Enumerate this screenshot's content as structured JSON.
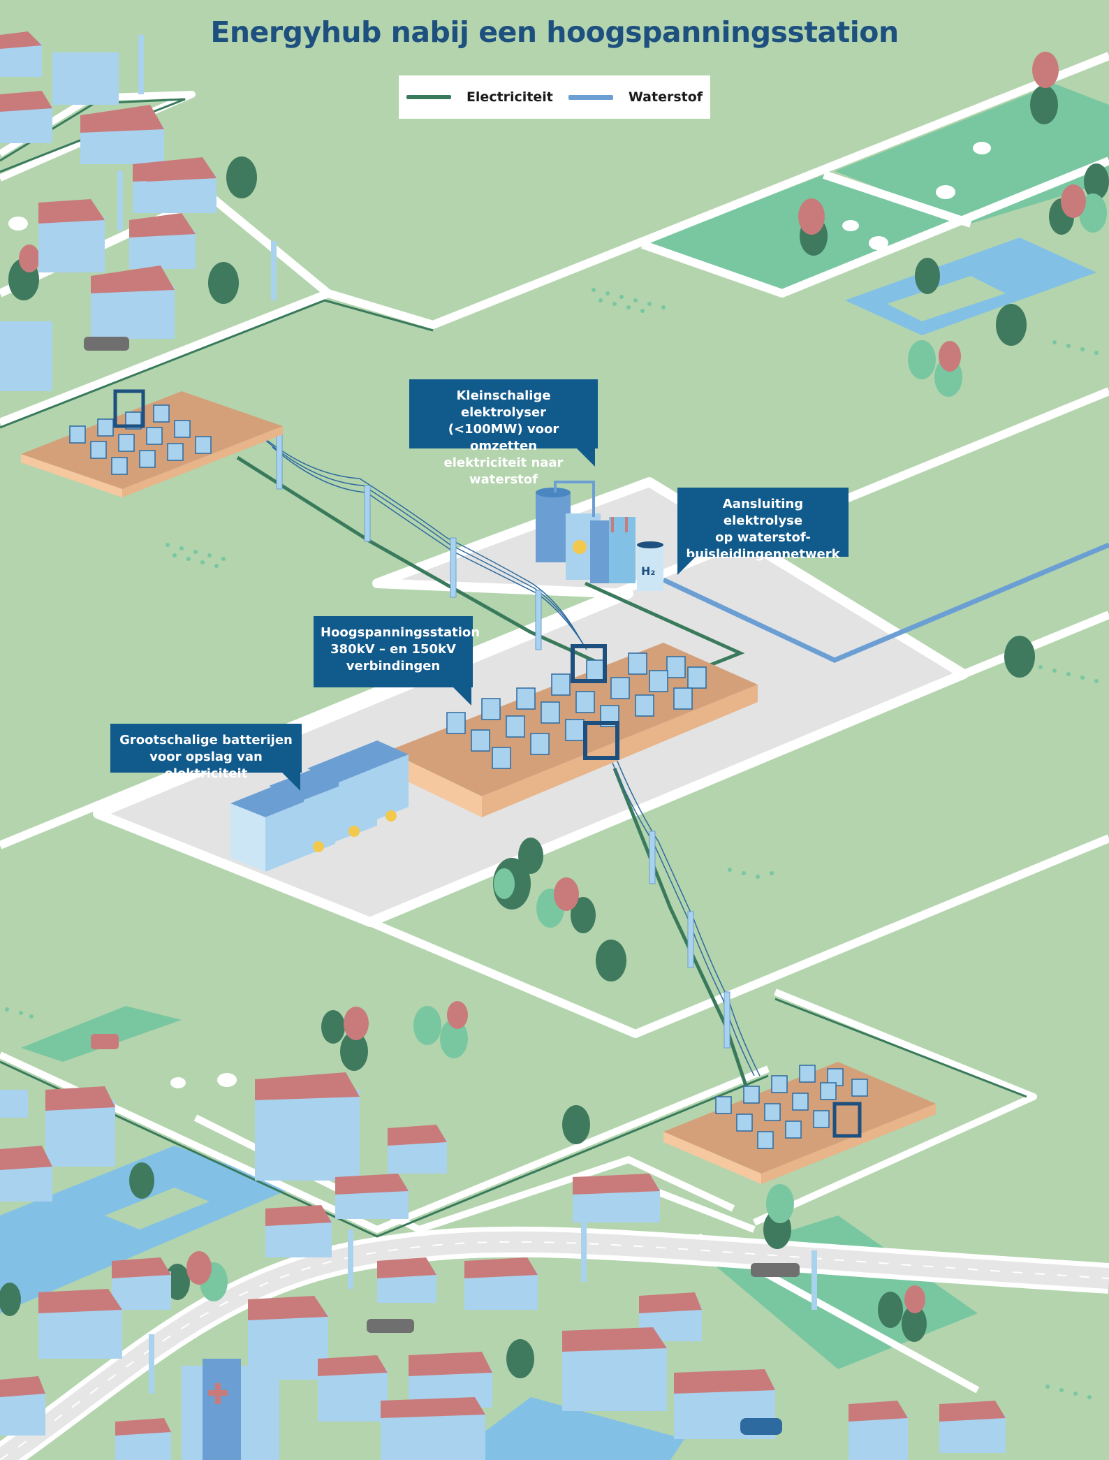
{
  "title": "Energyhub nabij een hoogspanningsstation",
  "legend": {
    "electricity_label": "Electriciteit",
    "hydrogen_label": "Waterstof",
    "electricity_color": "#3a7a5c",
    "hydrogen_color": "#6b9fd4"
  },
  "callouts": {
    "electrolyser": "Kleinschalige elektrolyser\n(<100MW) voor omzetten\nelektriciteit naar waterstof",
    "pipeline": "Aansluiting elektrolyse\nop waterstof-\nbuisleidingennetwerk",
    "substation": "Hoogspanningsstation\n380kV – en 150kV\nverbindingen",
    "batteries": "Grootschalige batterijen\nvoor opslag van elektriciteit"
  },
  "labels": {
    "h2_tank": "H₂"
  },
  "colors": {
    "grass": "#b3d4ad",
    "field": "#79c7a1",
    "road": "#ffffff",
    "yard": "#e3e3e3",
    "platform": "#d4a07a",
    "water": "#82c0e6",
    "building": "#a9d2ee",
    "roof": "#c97b7b",
    "callout": "#115a8c"
  }
}
